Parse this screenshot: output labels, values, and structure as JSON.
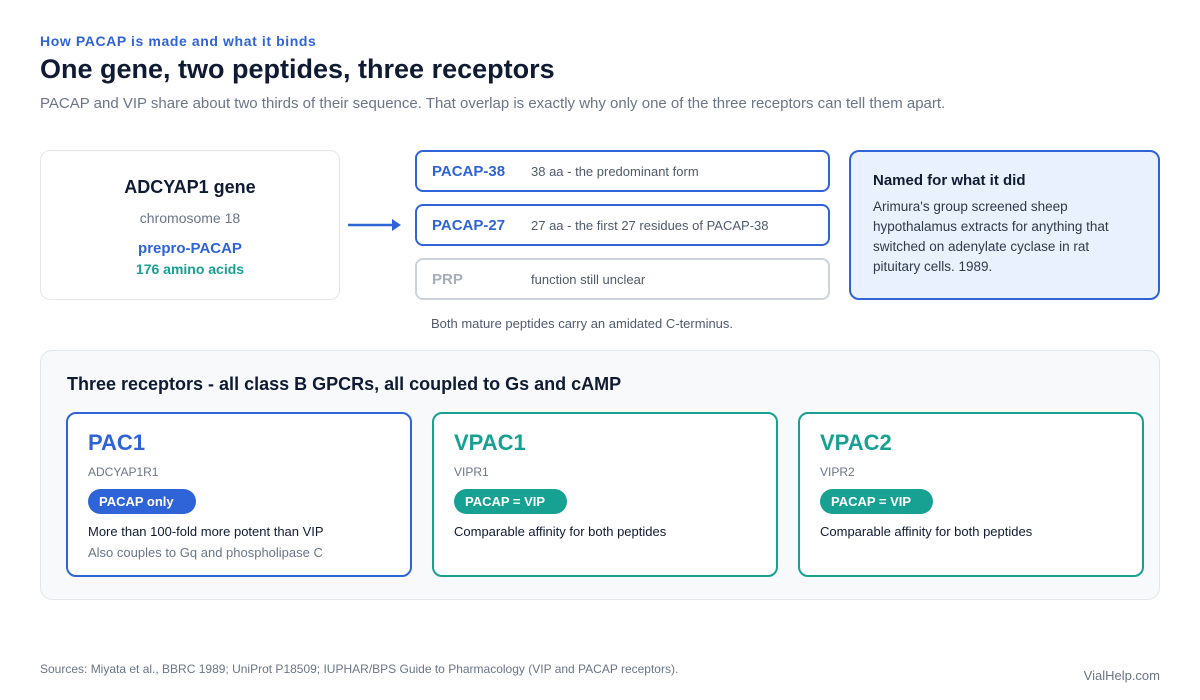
{
  "header": {
    "eyebrow": "How PACAP is made and what it binds",
    "title": "One gene, two peptides, three receptors",
    "subtitle": "PACAP and VIP share about two thirds of their sequence. That overlap is exactly why only one of the three receptors can tell them apart."
  },
  "gene": {
    "name": "ADCYAP1 gene",
    "chromosome": "chromosome 18",
    "precursor": "prepro-PACAP",
    "length": "176 amino acids"
  },
  "peptides": [
    {
      "name": "PACAP-38",
      "desc": "38 aa - the predominant form",
      "state": "active"
    },
    {
      "name": "PACAP-27",
      "desc": "27 aa - the first 27 residues of PACAP-38",
      "state": "active"
    },
    {
      "name": "PRP",
      "desc": "function still unclear",
      "state": "muted"
    }
  ],
  "peptide_note": "Both mature peptides carry an amidated C-terminus.",
  "named_box": {
    "title": "Named for what it did",
    "body": "Arimura's group screened sheep hypothalamus extracts for anything that switched on adenylate cyclase in rat pituitary cells. 1989."
  },
  "receptors": {
    "heading": "Three receptors - all class B GPCRs, all coupled to Gs and cAMP",
    "items": [
      {
        "name": "PAC1",
        "gene": "ADCYAP1R1",
        "badge": "PACAP only",
        "line1": "More than 100-fold more potent than VIP",
        "line2": "Also couples to Gq and phospholipase C",
        "color": "#2f63d8"
      },
      {
        "name": "VPAC1",
        "gene": "VIPR1",
        "badge": "PACAP = VIP",
        "line1": "Comparable affinity for both peptides",
        "line2": "",
        "color": "#16a193"
      },
      {
        "name": "VPAC2",
        "gene": "VIPR2",
        "badge": "PACAP = VIP",
        "line1": "Comparable affinity for both peptides",
        "line2": "",
        "color": "#16a193"
      }
    ]
  },
  "footer": {
    "sources": "Sources: Miyata et al., BBRC 1989; UniProt P18509; IUPHAR/BPS Guide to Pharmacology (VIP and PACAP receptors).",
    "brand": "VialHelp.com"
  },
  "colors": {
    "accent_blue": "#2f63d8",
    "accent_teal": "#16a193",
    "muted_gray": "#a6aeb9"
  }
}
